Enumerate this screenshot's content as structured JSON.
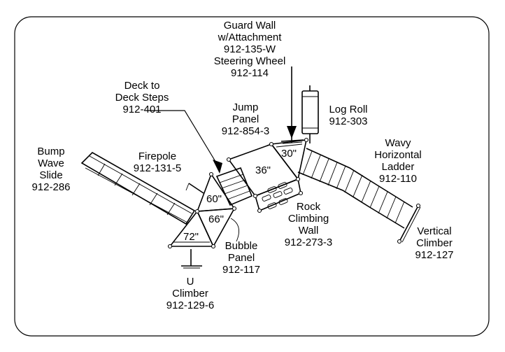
{
  "labels": {
    "guard_wall": [
      "Guard Wall",
      "w/Attachment",
      "912-135-W"
    ],
    "steering_wheel": [
      "Steering Wheel",
      "912-114"
    ],
    "log_roll": [
      "Log Roll",
      "912-303"
    ],
    "jump_panel": [
      "Jump",
      "Panel",
      "912-854-3"
    ],
    "deck_to_deck": [
      "Deck to",
      "Deck Steps",
      "912-401"
    ],
    "bump_wave_slide": [
      "Bump",
      "Wave",
      "Slide",
      "912-286"
    ],
    "firepole": [
      "Firepole",
      "912-131-5"
    ],
    "wavy_ladder": [
      "Wavy",
      "Horizontal",
      "Ladder",
      "912-110"
    ],
    "rock_wall": [
      "Rock",
      "Climbing",
      "Wall",
      "912-273-3"
    ],
    "vertical_climber": [
      "Vertical",
      "Climber",
      "912-127"
    ],
    "bubble_panel": [
      "Bubble",
      "Panel",
      "912-117"
    ],
    "u_climber": [
      "U",
      "Climber",
      "912-129-6"
    ]
  },
  "deck_heights": {
    "d30": "30\"",
    "d36": "36\"",
    "d60": "60\"",
    "d66": "66\"",
    "d72": "72\""
  }
}
